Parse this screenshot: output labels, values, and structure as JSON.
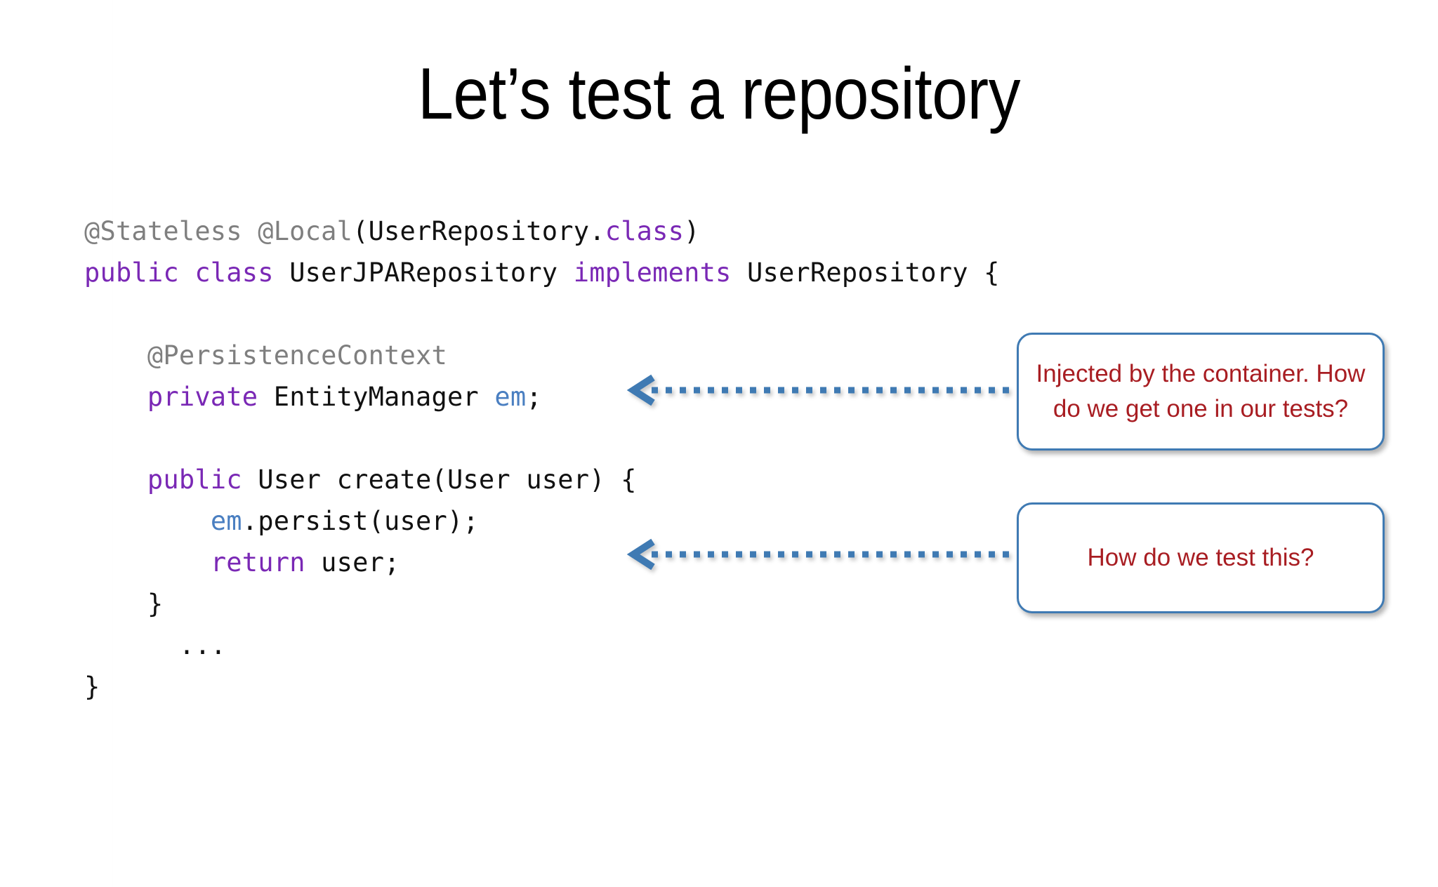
{
  "slide": {
    "title": "Let’s test a repository",
    "background_color": "#ffffff"
  },
  "colors": {
    "annotation_gray": "#7f7f7f",
    "keyword_purple": "#7a28b5",
    "identifier_black": "#111111",
    "variable_blue": "#4a7fc1",
    "callout_text_red": "#a81d22",
    "callout_border_blue": "#3f7ab3",
    "arrow_blue": "#3f7ab3"
  },
  "code": {
    "language": "java",
    "lines": [
      {
        "id": "line-annotations",
        "tokens": [
          {
            "text": "@Stateless @Local",
            "type": "annotation"
          },
          {
            "text": "(UserRepository.",
            "type": "identifier"
          },
          {
            "text": "class",
            "type": "keyword"
          },
          {
            "text": ")",
            "type": "identifier"
          }
        ]
      },
      {
        "id": "line-class-decl",
        "tokens": [
          {
            "text": "public class ",
            "type": "keyword"
          },
          {
            "text": "UserJPARepository ",
            "type": "identifier"
          },
          {
            "text": "implements",
            "type": "keyword"
          },
          {
            "text": " UserRepository {",
            "type": "identifier"
          }
        ]
      },
      {
        "id": "line-blank-1",
        "tokens": []
      },
      {
        "id": "line-persistence-context",
        "tokens": [
          {
            "text": "    @PersistenceContext",
            "type": "annotation"
          }
        ]
      },
      {
        "id": "line-entitymanager-field",
        "tokens": [
          {
            "text": "    ",
            "type": "identifier"
          },
          {
            "text": "private",
            "type": "keyword"
          },
          {
            "text": " EntityManager ",
            "type": "identifier"
          },
          {
            "text": "em",
            "type": "variable"
          },
          {
            "text": ";",
            "type": "identifier"
          }
        ]
      },
      {
        "id": "line-blank-2",
        "tokens": []
      },
      {
        "id": "line-create-method",
        "tokens": [
          {
            "text": "    ",
            "type": "identifier"
          },
          {
            "text": "public",
            "type": "keyword"
          },
          {
            "text": " User create(User user) {",
            "type": "identifier"
          }
        ]
      },
      {
        "id": "line-persist-call",
        "tokens": [
          {
            "text": "        ",
            "type": "identifier"
          },
          {
            "text": "em",
            "type": "variable"
          },
          {
            "text": ".persist(user);",
            "type": "identifier"
          }
        ]
      },
      {
        "id": "line-return-user",
        "tokens": [
          {
            "text": "        ",
            "type": "identifier"
          },
          {
            "text": "return",
            "type": "keyword"
          },
          {
            "text": " user;",
            "type": "identifier"
          }
        ]
      },
      {
        "id": "line-close-method",
        "tokens": [
          {
            "text": "    }",
            "type": "identifier"
          }
        ]
      },
      {
        "id": "line-ellipsis",
        "tokens": [
          {
            "text": "      ...",
            "type": "identifier"
          }
        ]
      },
      {
        "id": "line-close-class",
        "tokens": [
          {
            "text": "}",
            "type": "identifier"
          }
        ]
      }
    ]
  },
  "callouts": [
    {
      "id": "callout-injected",
      "text": "Injected by the container. How do we get one in our tests?",
      "target": "private EntityManager em;"
    },
    {
      "id": "callout-test",
      "text": "How do we test this?",
      "target": "em.persist(user);"
    }
  ],
  "arrows": [
    {
      "id": "arrow-em",
      "direction": "left",
      "style": "dotted",
      "points_to": "em-field"
    },
    {
      "id": "arrow-create",
      "direction": "left",
      "style": "dotted",
      "points_to": "persist-call"
    }
  ]
}
